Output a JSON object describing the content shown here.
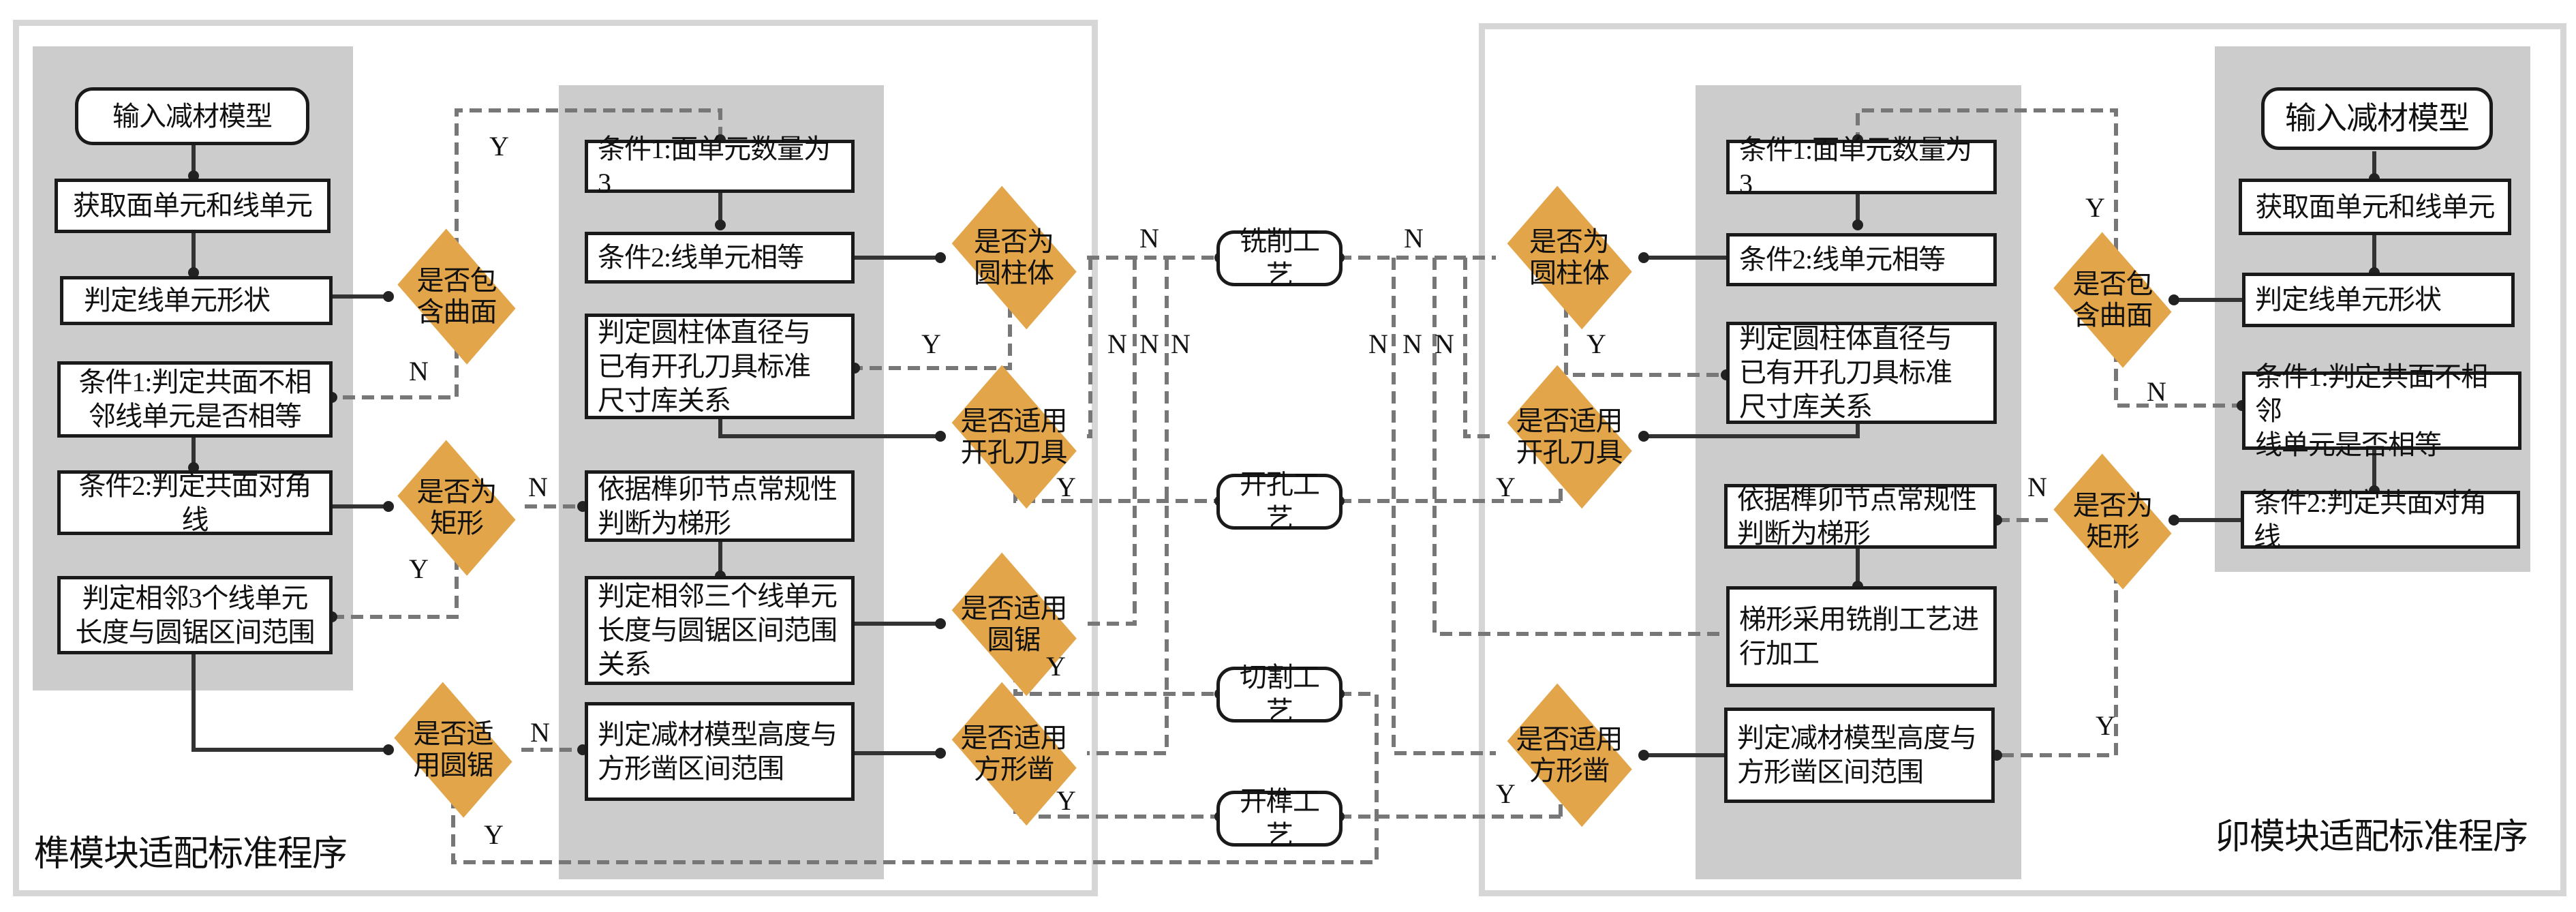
{
  "colors": {
    "decision": "#e3a54a",
    "panel": "#cccccc",
    "frame": "#d6d6d6",
    "solid_line": "#333333",
    "dashed_line": "#777777"
  },
  "tenon": {
    "title": "榫模块适配标准程序",
    "input": "输入减材模型",
    "get_units": "获取面单元和线单元",
    "judge_shape": "判定线单元形状",
    "cond1_adjacent": "条件1:判定共面不相\n邻线单元是否相等",
    "cond2_diagonal": "条件2:判定共面对角线",
    "judge_3lines": "判定相邻3个线单元\n长度与圆锯区间范围",
    "cond1_face_count": "条件1:面单元数量为3",
    "cond2_lines_equal": "条件2:线单元相等",
    "judge_cylinder": "判定圆柱体直径与\n已有开孔刀具标准\n尺寸库关系",
    "trapezoid": "依据榫卯节点常规性\n判断为梯形",
    "judge_3lines_saw": "判定相邻三个线单元\n长度与圆锯区间范围\n关系",
    "judge_height": "判定减材模型高度与\n方形凿区间范围",
    "d_curved": "是否包\n含曲面",
    "d_rect": "是否为\n矩形",
    "d_saw_a": "是否适\n用圆锯",
    "d_cylinder": "是否为\n圆柱体",
    "d_hole_tool": "是否适用\n开孔刀具",
    "d_saw_b": "是否适用\n圆锯",
    "d_chisel": "是否适用\n方形凿"
  },
  "mortise": {
    "title": "卯模块适配标准程序",
    "input": "输入减材模型",
    "get_units": "获取面单元和线单元",
    "judge_shape": "判定线单元形状",
    "cond1_adjacent": "条件1:判定共面不相邻\n线单元是否相等",
    "cond2_diagonal": "条件2:判定共面对角线",
    "cond1_face_count": "条件1:面单元数量为3",
    "cond2_lines_equal": "条件2:线单元相等",
    "judge_cylinder": "判定圆柱体直径与\n已有开孔刀具标准\n尺寸库关系",
    "trapezoid": "依据榫卯节点常规性\n判断为梯形",
    "trapezoid_milling": "梯形采用铣削工艺进\n行加工",
    "judge_height": "判定减材模型高度与\n方形凿区间范围",
    "d_curved": "是否包\n含曲面",
    "d_rect": "是否为\n矩形",
    "d_cylinder": "是否为\n圆柱体",
    "d_hole_tool": "是否适用\n开孔刀具",
    "d_chisel": "是否适用\n方形凿"
  },
  "processes": {
    "milling": "铣削工艺",
    "drilling": "开孔工艺",
    "cutting": "切割工艺",
    "tenoning": "开榫工艺"
  },
  "labels": {
    "yes": "Y",
    "no": "N"
  }
}
